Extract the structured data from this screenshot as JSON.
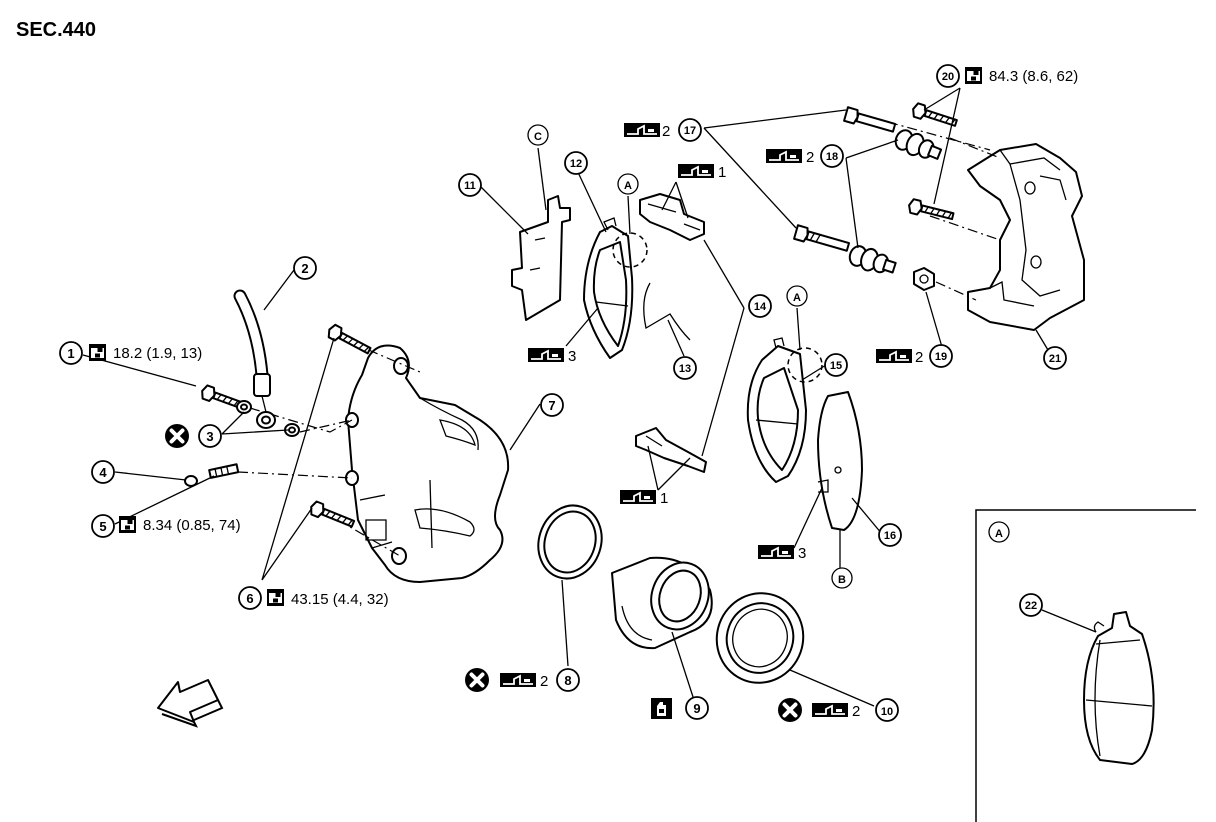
{
  "section": "SEC.440",
  "callouts": {
    "c1": "1",
    "c2": "2",
    "c3": "3",
    "c4": "4",
    "c5": "5",
    "c6": "6",
    "c7": "7",
    "c8": "8",
    "c9": "9",
    "c10": "10",
    "c11": "11",
    "c12": "12",
    "c13": "13",
    "c14": "14",
    "c15": "15",
    "c16": "16",
    "c17": "17",
    "c18": "18",
    "c19": "19",
    "c20": "20",
    "c21": "21",
    "c22": "22"
  },
  "refs": {
    "a": "A",
    "b": "B",
    "c": "C"
  },
  "torque": {
    "t1": "18.2 (1.9, 13)",
    "t5": "8.34 (0.85, 74)",
    "t6": "43.15 (4.4, 32)",
    "t20": "84.3 (8.6, 62)"
  },
  "grease_qty": {
    "g17": "2",
    "g18": "2",
    "g19": "2",
    "g12": "3",
    "g14top": "1",
    "g14bot": "1",
    "g16": "3",
    "g8": "2",
    "g10": "2"
  },
  "icons": {
    "torque": "torque-wrench-icon",
    "grease": "grease-tube-icon",
    "replace": "do-not-reuse-icon",
    "fluid": "brake-fluid-icon",
    "front": "front-arrow-icon"
  }
}
